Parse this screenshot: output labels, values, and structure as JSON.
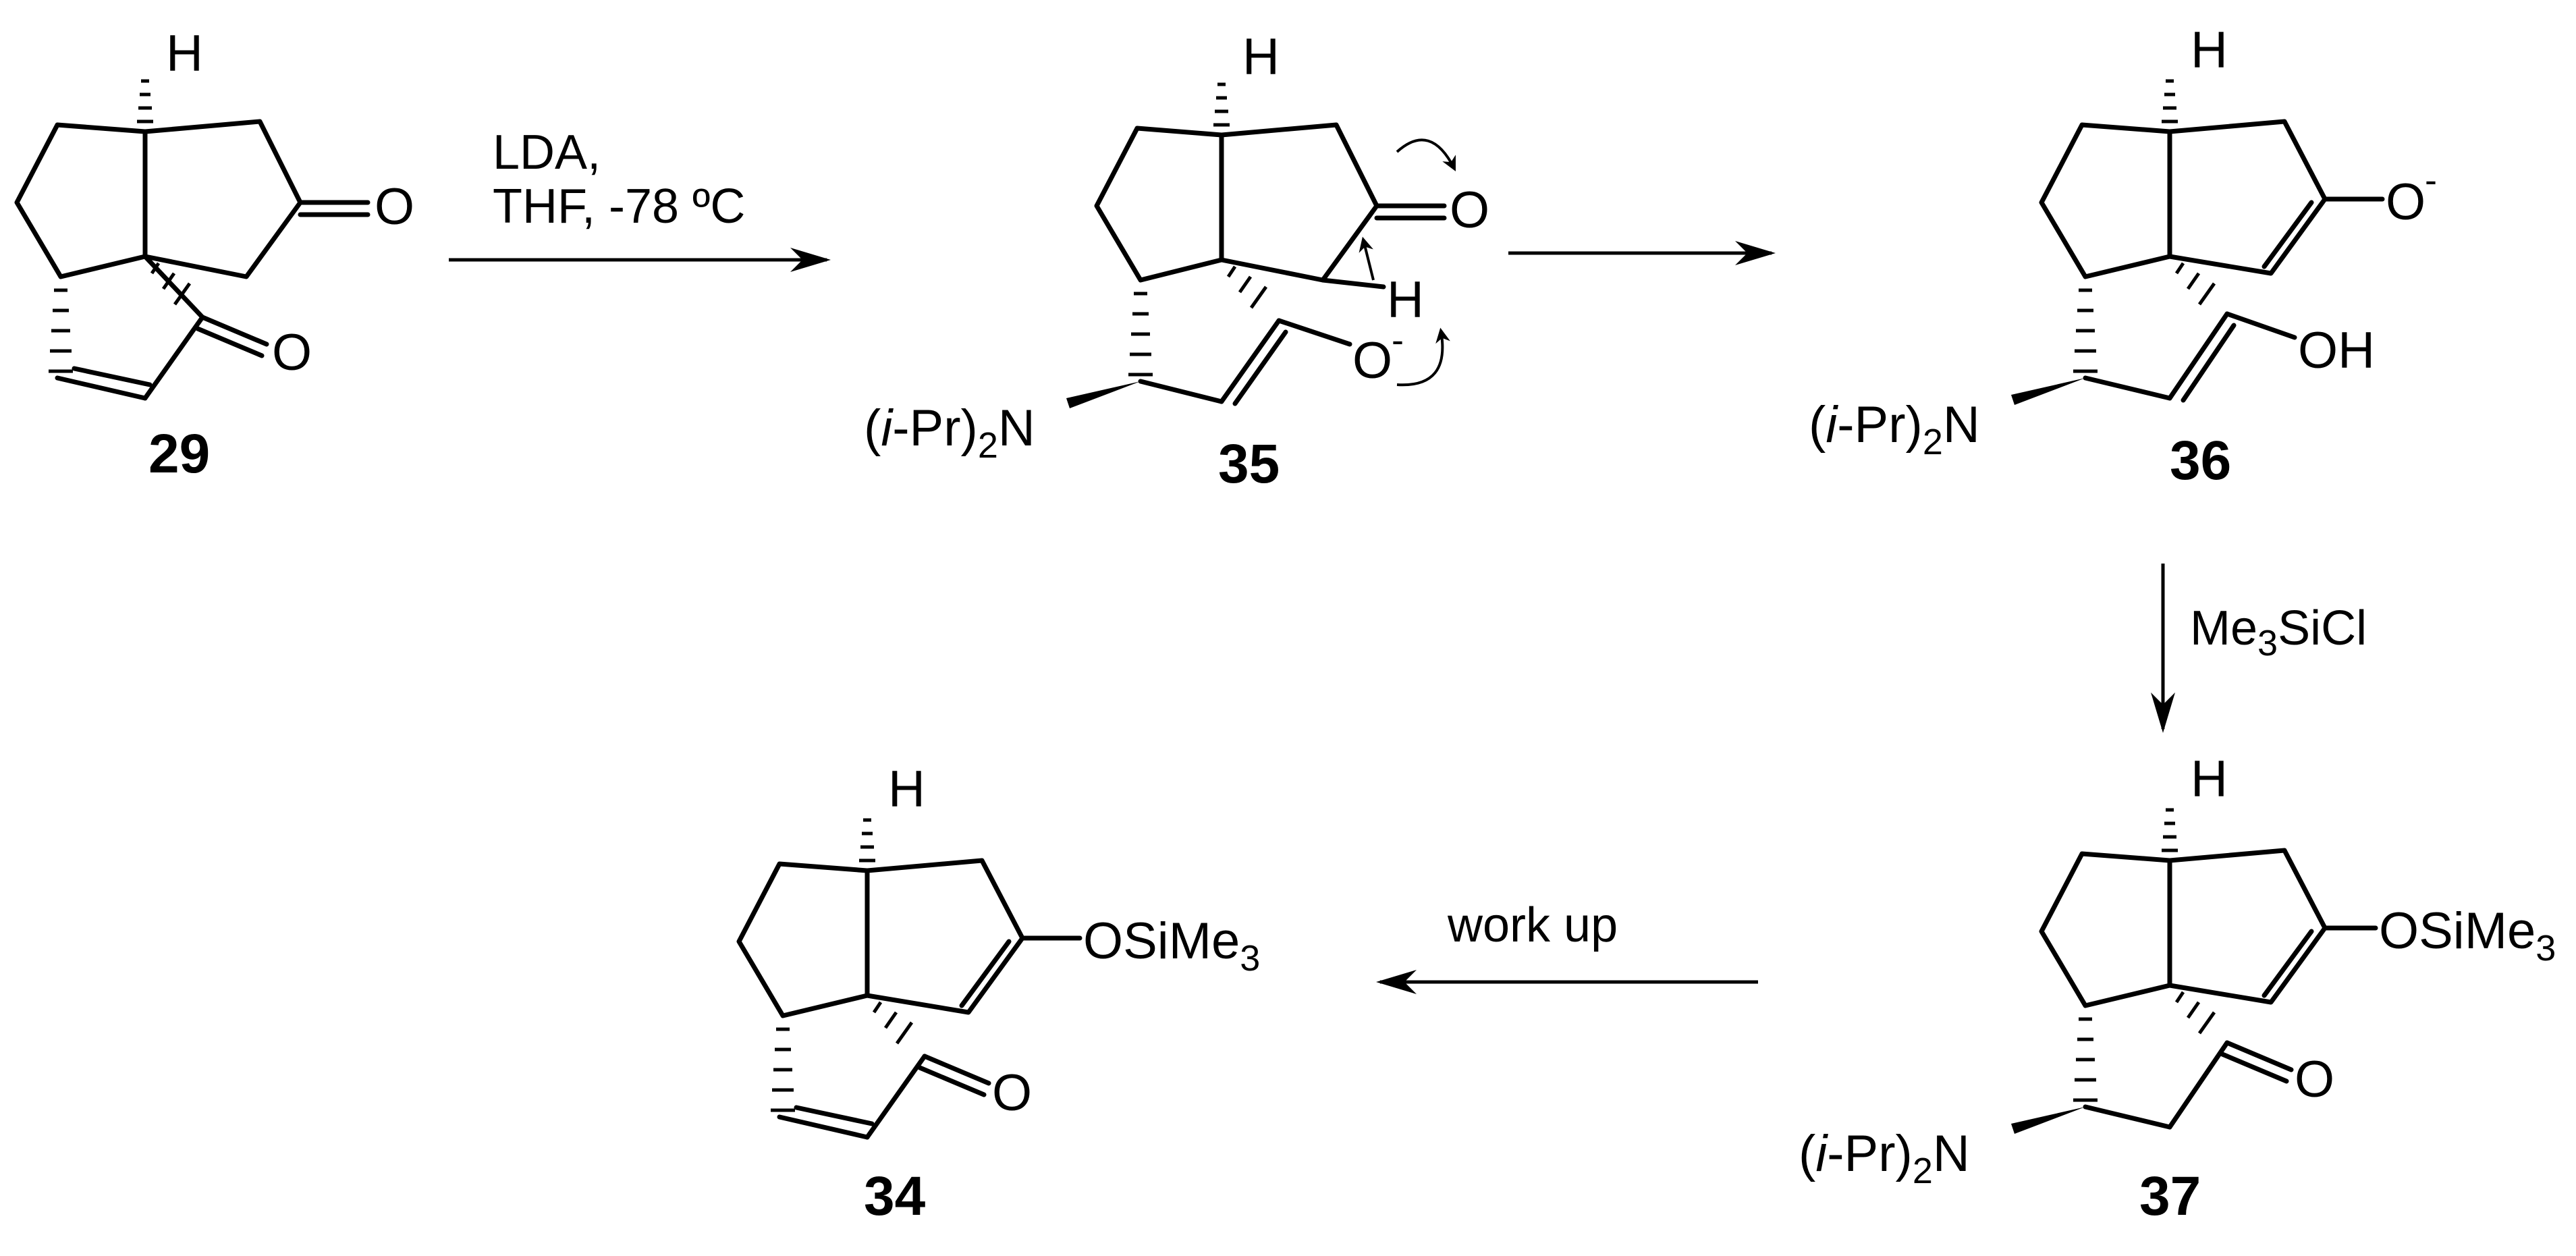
{
  "scheme": {
    "compounds": {
      "c29": "29",
      "c35": "35",
      "c36": "36",
      "c37": "37",
      "c34": "34"
    },
    "atoms": {
      "H": "H",
      "O": "O",
      "O_minus": "O",
      "minus": "-",
      "OH": "OH",
      "N": "N",
      "amine_prefix_open": "(",
      "amine_i": "i",
      "amine_prefix_rest": "-Pr)",
      "amine_subscript": "2",
      "osime_prefix": "OSiMe",
      "osime_subscript": "3"
    },
    "conditions": {
      "step1_line1": "LDA,",
      "step1_line2": "THF, -78 ºC",
      "step3_prefix": "Me",
      "step3_subscript": "3",
      "step3_suffix": "SiCl",
      "step4": "work up"
    }
  }
}
